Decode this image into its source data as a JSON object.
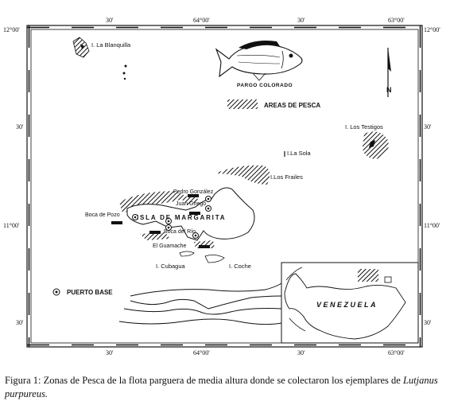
{
  "map": {
    "lat_labels": [
      "12°00'",
      "30'",
      "11°00'",
      "30'"
    ],
    "lon_labels": [
      "30'",
      "64°00'",
      "30'",
      "63°00'"
    ],
    "species_label": "PARGO COLORADO",
    "north_label": "N",
    "legend_label": "AREAS DE PESCA",
    "port_legend_label": "PUERTO BASE",
    "islands": {
      "la_blanquilla": "I. La Blanquilla",
      "los_testigos": "I. Los Testigos",
      "la_sola": "I.La Sola",
      "los_frailes": "I.Los Frailes",
      "isla_margarita": "ISLA DE MARGARITA",
      "cubagua": "I. Cubagua",
      "coche": "I. Coche"
    },
    "ports": {
      "pedro_gonzalez": "Pedro González",
      "juan_griego": "Juan Griego",
      "boca_de_pozo": "Boca de Pozo",
      "boca_del_rio": "Boca del Río",
      "el_guamache": "El Guamache"
    },
    "inset_label": "VENEZUELA"
  },
  "caption": {
    "text": "Figura 1: Zonas de Pesca de la flota parguera de media altura donde se colectaron los ejemplares de",
    "species": "Lutjanus purpureus."
  }
}
